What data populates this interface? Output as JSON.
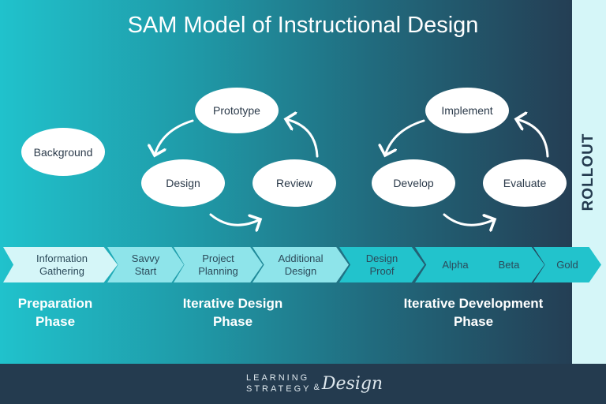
{
  "title": "SAM Model of Instructional Design",
  "rollout_label": "ROLLOUT",
  "background_node": "Background",
  "design_cycle": {
    "top": "Prototype",
    "left": "Design",
    "right": "Review"
  },
  "development_cycle": {
    "top": "Implement",
    "left": "Develop",
    "right": "Evaluate"
  },
  "steps": [
    {
      "line1": "Information",
      "line2": "Gathering"
    },
    {
      "line1": "Savvy",
      "line2": "Start"
    },
    {
      "line1": "Project",
      "line2": "Planning"
    },
    {
      "line1": "Additional",
      "line2": "Design"
    },
    {
      "line1": "Design",
      "line2": "Proof"
    },
    {
      "line1": "Alpha",
      "line2": ""
    },
    {
      "line1": "Beta",
      "line2": ""
    },
    {
      "line1": "Gold",
      "line2": ""
    }
  ],
  "phases": [
    {
      "line1": "Preparation",
      "line2": "Phase"
    },
    {
      "line1": "Iterative Design",
      "line2": "Phase"
    },
    {
      "line1": "Iterative Development",
      "line2": "Phase"
    }
  ],
  "footer": {
    "logo_line1": "LEARNING",
    "logo_line2": "STRATEGY",
    "logo_amp": "&",
    "logo_script": "Design"
  },
  "colors": {
    "gradient_start": "#20c2cc",
    "gradient_end": "#243e54",
    "rollout_band": "#d5f6f8",
    "footer": "#243b4f",
    "chevron_preparation": "#d5f6f8",
    "chevron_design": "#8ee4ea",
    "chevron_development": "#22c3cc"
  }
}
